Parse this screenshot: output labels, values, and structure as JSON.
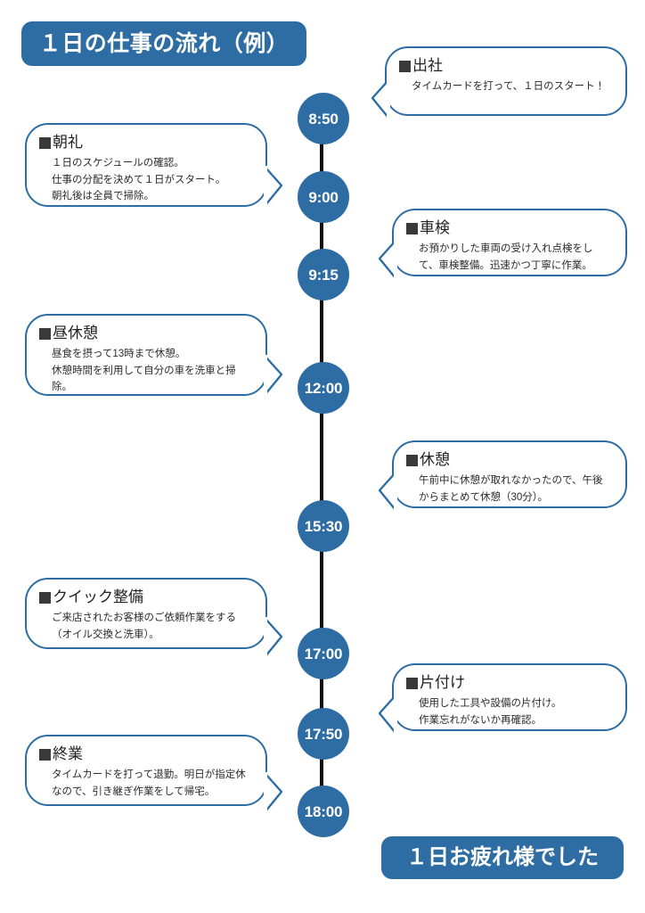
{
  "title": {
    "text": "１日の仕事の流れ（例）"
  },
  "footer": {
    "text": "１日お疲れ様でした"
  },
  "theme": {
    "brand_blue": "#2E6DA4",
    "spine_black": "#111111",
    "bubble_bg": "#FFFFFF",
    "marker_square": "#3A3A3A"
  },
  "timeline": {
    "nodes": [
      {
        "time": "8:50"
      },
      {
        "time": "9:00"
      },
      {
        "time": "9:15"
      },
      {
        "time": "12:00"
      },
      {
        "time": "15:30"
      },
      {
        "time": "17:00"
      },
      {
        "time": "17:50"
      },
      {
        "time": "18:00"
      }
    ]
  },
  "bubbles": [
    {
      "side": "right",
      "title": "出社",
      "body": "タイムカードを打って、１日のスタート！"
    },
    {
      "side": "left",
      "title": "朝礼",
      "body": "１日のスケジュールの確認。\n仕事の分配を決めて１日がスタート。\n朝礼後は全員で掃除。"
    },
    {
      "side": "right",
      "title": "車検",
      "body": "お預かりした車両の受け入れ点検をして、車検整備。迅速かつ丁寧に作業。"
    },
    {
      "side": "left",
      "title": "昼休憩",
      "body": "昼食を摂って13時まで休憩。\n休憩時間を利用して自分の車を洗車と掃除。"
    },
    {
      "side": "right",
      "title": "休憩",
      "body": "午前中に休憩が取れなかったので、午後からまとめて休憩（30分）。"
    },
    {
      "side": "left",
      "title": "クイック整備",
      "body": "ご来店されたお客様のご依頼作業をする（オイル交換と洗車）。"
    },
    {
      "side": "right",
      "title": "片付け",
      "body": "使用した工具や設備の片付け。\n作業忘れがないか再確認。"
    },
    {
      "side": "left",
      "title": "終業",
      "body": "タイムカードを打って退勤。明日が指定休なので、引き継ぎ作業をして帰宅。"
    }
  ]
}
